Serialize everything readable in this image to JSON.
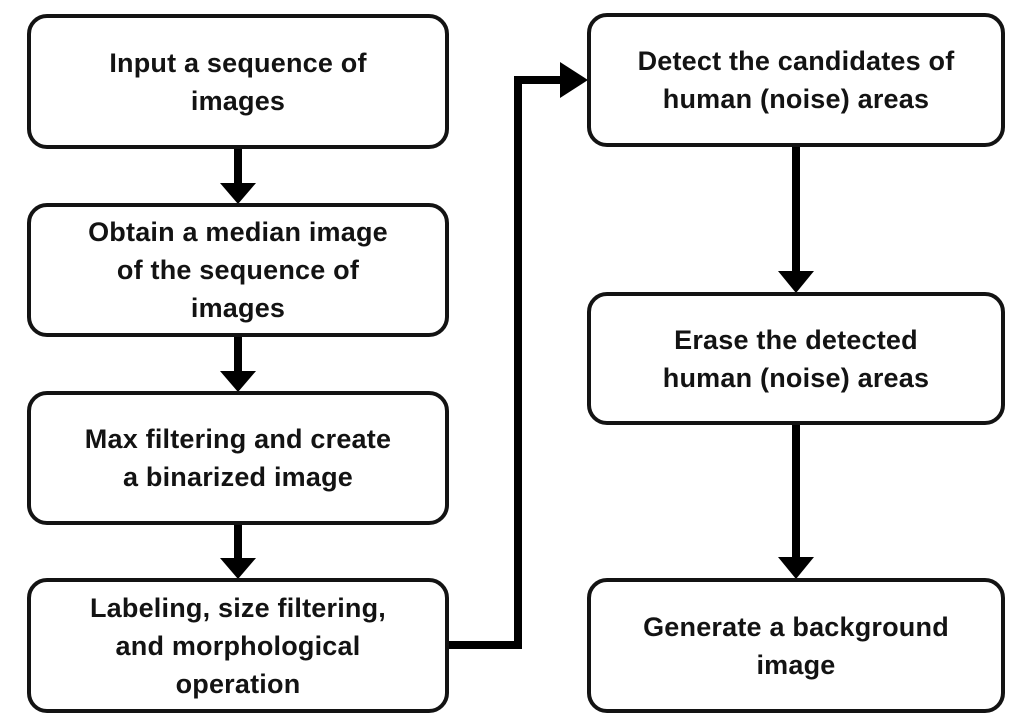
{
  "diagram": {
    "type": "flowchart",
    "background_color": "#ffffff",
    "node_border_color": "#131313",
    "node_fill_color": "#ffffff",
    "text_color": "#131313",
    "arrow_color": "#000000",
    "nodes": [
      {
        "id": "input-sequence",
        "label": "Input a sequence of\nimages"
      },
      {
        "id": "median-image",
        "label": "Obtain a median image\nof the sequence of\nimages"
      },
      {
        "id": "max-filtering",
        "label": "Max filtering and create\na binarized image"
      },
      {
        "id": "labeling",
        "label": "Labeling, size filtering,\nand morphological\noperation"
      },
      {
        "id": "detect-candidates",
        "label": "Detect the candidates of\nhuman (noise) areas"
      },
      {
        "id": "erase-areas",
        "label": "Erase the detected\nhuman (noise) areas"
      },
      {
        "id": "generate-background",
        "label": "Generate a background\nimage"
      }
    ],
    "edges": [
      {
        "from": "input-sequence",
        "to": "median-image"
      },
      {
        "from": "median-image",
        "to": "max-filtering"
      },
      {
        "from": "max-filtering",
        "to": "labeling"
      },
      {
        "from": "labeling",
        "to": "detect-candidates"
      },
      {
        "from": "detect-candidates",
        "to": "erase-areas"
      },
      {
        "from": "erase-areas",
        "to": "generate-background"
      }
    ]
  }
}
